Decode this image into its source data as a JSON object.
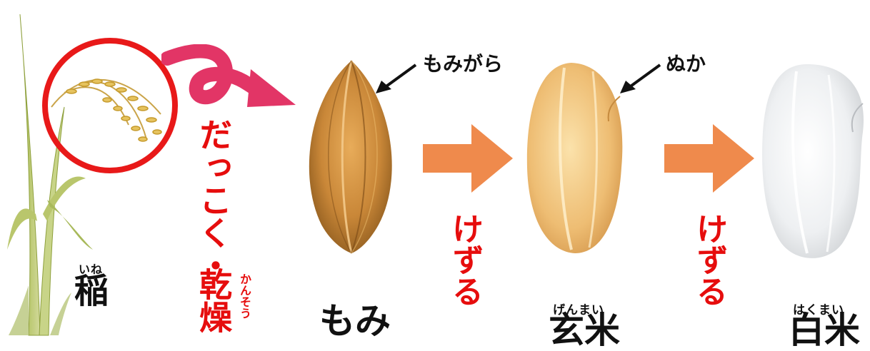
{
  "labels": {
    "ine": "稲",
    "ine_ruby": "いね",
    "dakkoku": "だっこく・",
    "kansou": "乾燥",
    "kansou_ruby": "かんそう",
    "momi": "もみ",
    "momigara": "もみがら",
    "nuka": "ぬか",
    "genmai": "玄米",
    "genmai_ruby": "げんまい",
    "hakumai": "白米",
    "hakumai_ruby": "はくまい",
    "kezuru1": "けずる",
    "kezuru2": "けずる"
  },
  "colors": {
    "process_red": "#e60d0d",
    "curved_arrow": "#e23566",
    "step_arrow": "#ef8a4c",
    "highlight_circle": "#e81919"
  }
}
